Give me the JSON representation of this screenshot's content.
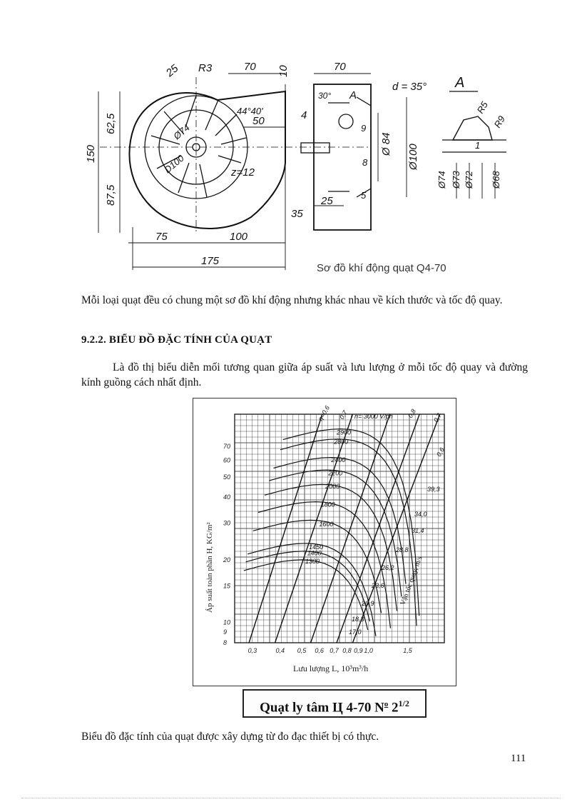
{
  "drawing": {
    "caption": "Sơ đồ khí động quạt Q4-70",
    "dims": {
      "d25": "25",
      "r3": "R3",
      "d70a": "70",
      "d10": "10",
      "d70b": "70",
      "d_angle": "d = 35°",
      "label_a1": "A",
      "label_a2": "A",
      "d62": "62,5",
      "d87": "87,5",
      "d150": "150",
      "phi74": "Ø74",
      "d100": "D100",
      "d4440": "44°40'",
      "d50": "50",
      "z12": "z=12",
      "d75": "75",
      "d100b": "100",
      "d175": "175",
      "d30": "30°",
      "d4": "4",
      "d9": "9",
      "d8": "8",
      "d5": "5",
      "d25b": "25",
      "d35": "35",
      "phi84": "Ø 84",
      "phi100": "Ø100",
      "r5": "R5",
      "r9": "R9",
      "d1": "1",
      "phi74b": "Ø74",
      "phi73": "Ø73",
      "phi72": "Ø72",
      "phi68": "Ø68"
    }
  },
  "paragraph1": "Mỗi loại quạt đều có chung một sơ đồ khí động nhưng khác nhau về kích thước và tốc độ quay.",
  "heading": "9.2.2. BIỂU ĐỒ ĐẶC TÍNH CỦA QUẠT",
  "paragraph2": "Là đồ thị biểu diễn mối tương quan giữa áp suất và lưu lượng ở mỗi tốc độ quay và đường kính guồng cách nhất định.",
  "chart_data": {
    "type": "line",
    "xlabel": "Lưu lượng L, 10³m³/h",
    "ylabel": "Áp suất toàn phần H, KG/m²",
    "x_ticks": [
      "0,3",
      "0,4",
      "0,5",
      "0,6",
      "0,7",
      "0,8",
      "0,9",
      "1,0",
      "1,5"
    ],
    "y_ticks": [
      "8",
      "9",
      "10",
      "15",
      "20",
      "30",
      "40",
      "50",
      "60",
      "70"
    ],
    "speed_label": "n= 3000 V/ph",
    "speed_values": [
      "2900",
      "2800",
      "2400",
      "2200",
      "2000",
      "1800",
      "1600",
      "1450",
      "1400",
      "1300"
    ],
    "efficiency_labels": [
      "η=0,6",
      "0,7",
      "0,8",
      "0,7",
      "0,6"
    ],
    "velocity_label": "Vận tốc quay, m/s",
    "velocity_values": [
      "39,3",
      "34,0",
      "31,4",
      "28,8",
      "26,2",
      "23,6",
      "20,9",
      "18,3",
      "17,0"
    ]
  },
  "chart_caption": "Quạt ly tâm Ц 4-70 N",
  "chart_caption_sup_pre": "o",
  "chart_caption_main": " 2",
  "chart_caption_sup": "1/2",
  "paragraph3": "Biểu đồ đặc tính của quạt được xây dựng từ đo đạc thiết bị có thực.",
  "page_number": "111"
}
